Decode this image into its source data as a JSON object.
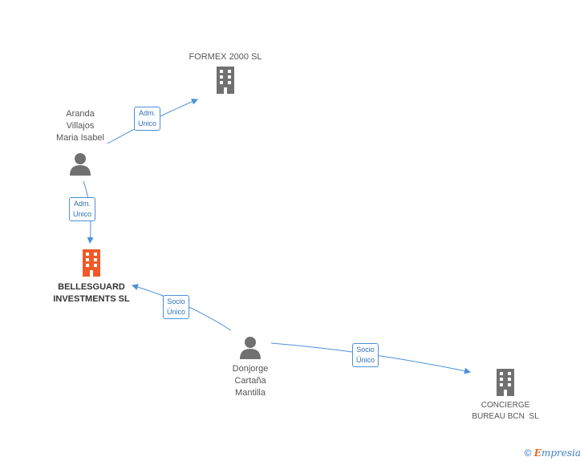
{
  "nodes": {
    "formex": {
      "label": "FORMEX 2000 SL",
      "type": "company",
      "color": "#707070"
    },
    "aranda": {
      "label_lines": [
        "Aranda",
        "Villajos",
        "Maria Isabel"
      ],
      "type": "person",
      "color": "#707070"
    },
    "bellesguard": {
      "label_lines": [
        "BELLESGUARD",
        "INVESTMENTS SL"
      ],
      "type": "company",
      "color": "#f05a28",
      "highlighted": true
    },
    "donjorge": {
      "label_lines": [
        "Donjorge",
        "Cartaña",
        "Mantilla"
      ],
      "type": "person",
      "color": "#707070"
    },
    "concierge": {
      "label_lines": [
        "CONCIERGE",
        "BUREAU BCN  SL"
      ],
      "type": "company",
      "color": "#707070"
    }
  },
  "edges": [
    {
      "from": "aranda",
      "to": "formex",
      "label_lines": [
        "Adm.",
        "Unico"
      ]
    },
    {
      "from": "aranda",
      "to": "bellesguard",
      "label_lines": [
        "Adm.",
        "Unico"
      ]
    },
    {
      "from": "donjorge",
      "to": "bellesguard",
      "label_lines": [
        "Socio",
        "Único"
      ]
    },
    {
      "from": "donjorge",
      "to": "concierge",
      "label_lines": [
        "Socio",
        "Único"
      ]
    }
  ],
  "colors": {
    "edge": "#4a90d9"
  },
  "footer": {
    "copyright": "©",
    "brand_first": "E",
    "brand_rest": "mpresia"
  }
}
